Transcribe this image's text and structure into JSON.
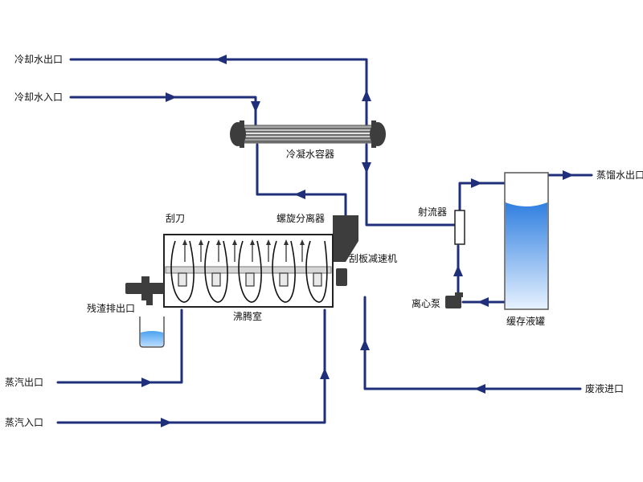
{
  "labels": {
    "cooling_water_outlet": "冷却水出口",
    "cooling_water_inlet": "冷却水入口",
    "condenser": "冷凝水容器",
    "distillate_outlet": "蒸馏水出口",
    "ejector": "射流器",
    "scraper": "刮刀",
    "screw_separator": "螺旋分离器",
    "scraper_reducer": "刮板减速机",
    "centrifugal_pump": "离心泵",
    "residue_outlet": "残渣排出口",
    "boiling_chamber": "沸腾室",
    "buffer_tank": "缓存液罐",
    "steam_outlet": "蒸汽出口",
    "steam_inlet": "蒸汽入口",
    "waste_liquid_inlet": "废液进口"
  },
  "colors": {
    "pipe": "#1f2f7a",
    "liquid": "#2f7fe0",
    "machine": "#3d3d3d"
  },
  "icons": [
    "arrow-icon",
    "condenser-icon",
    "scraper-blade-icon",
    "beaker-icon",
    "tank-icon",
    "pump-icon"
  ]
}
